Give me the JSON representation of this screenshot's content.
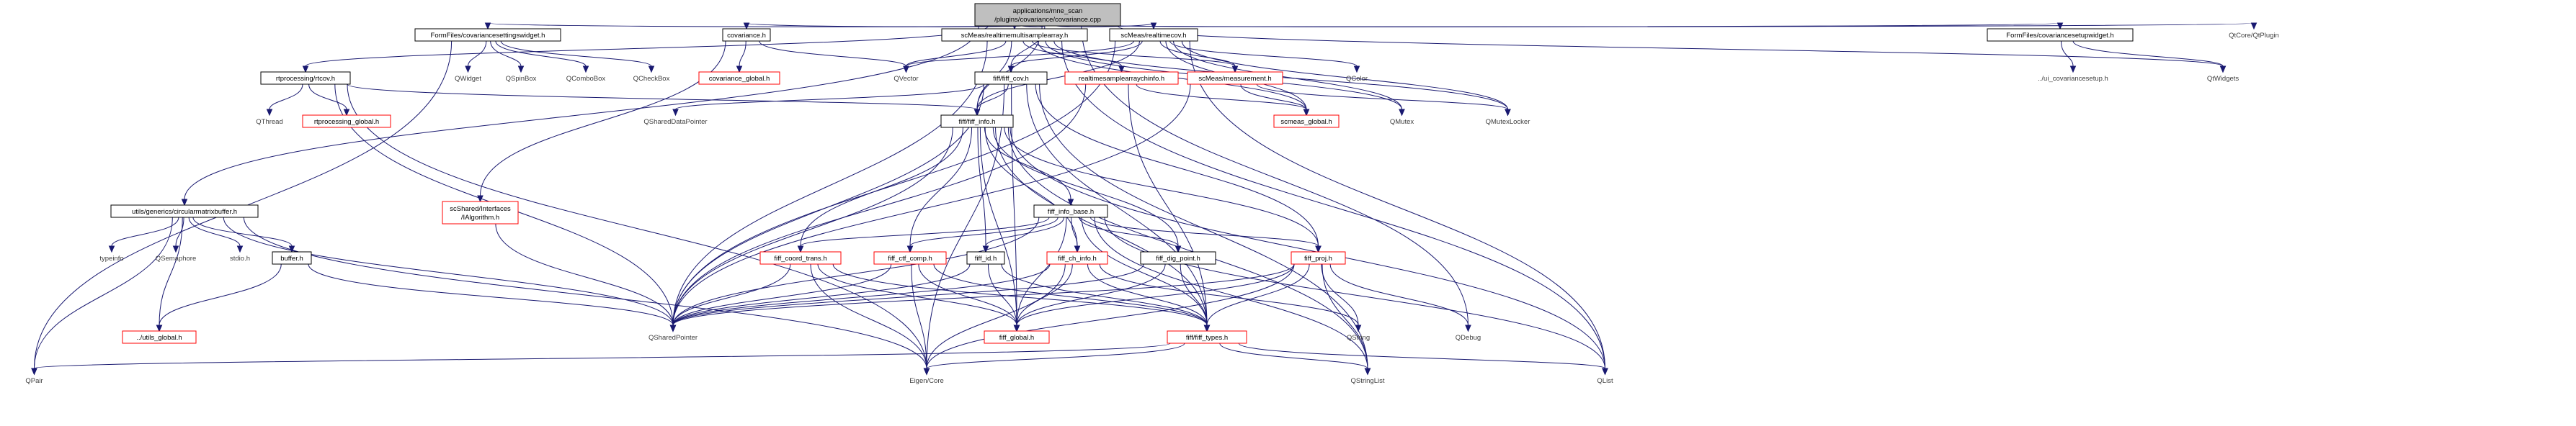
{
  "diagram": {
    "colors": {
      "root_fill": "#bfbfbf",
      "root_stroke": "#000000",
      "local_fill": "#ffffff",
      "local_stroke": "#000000",
      "missing_fill": "#ffffff",
      "missing_stroke": "#ff0000",
      "external_text": "#404040",
      "edge": "#191970"
    },
    "nodes": [
      {
        "id": "root",
        "kind": "root",
        "lines": [
          "applications/mne_scan",
          "/plugins/covariance/covariance.cpp"
        ]
      },
      {
        "id": "formcov",
        "kind": "local",
        "lines": [
          "FormFiles/covariancesettingswidget.h"
        ]
      },
      {
        "id": "covh",
        "kind": "local",
        "lines": [
          "covariance.h"
        ]
      },
      {
        "id": "multisample",
        "kind": "local",
        "lines": [
          "scMeas/realtimemultisamplearray.h"
        ]
      },
      {
        "id": "rtcov",
        "kind": "local",
        "lines": [
          "scMeas/realtimecov.h"
        ]
      },
      {
        "id": "formsetup",
        "kind": "local",
        "lines": [
          "FormFiles/covariancesetupwidget.h"
        ]
      },
      {
        "id": "qtplugin",
        "kind": "external",
        "lines": [
          "QtCore/QtPlugin"
        ]
      },
      {
        "id": "rtproc",
        "kind": "local",
        "lines": [
          "rtprocessing/rtcov.h"
        ]
      },
      {
        "id": "qwidget",
        "kind": "external",
        "lines": [
          "QWidget"
        ]
      },
      {
        "id": "qspinbox",
        "kind": "external",
        "lines": [
          "QSpinBox"
        ]
      },
      {
        "id": "qcombobox",
        "kind": "external",
        "lines": [
          "QComboBox"
        ]
      },
      {
        "id": "qcheckbox",
        "kind": "external",
        "lines": [
          "QCheckBox"
        ]
      },
      {
        "id": "covglobal",
        "kind": "missing",
        "lines": [
          "covariance_global.h"
        ]
      },
      {
        "id": "qvector",
        "kind": "external",
        "lines": [
          "QVector"
        ]
      },
      {
        "id": "fiffcov",
        "kind": "local",
        "lines": [
          "fiff/fiff_cov.h"
        ]
      },
      {
        "id": "rtsaci",
        "kind": "missing",
        "lines": [
          "realtimesamplearraychinfo.h"
        ]
      },
      {
        "id": "measurement",
        "kind": "missing",
        "lines": [
          "scMeas/measurement.h"
        ]
      },
      {
        "id": "qcolor",
        "kind": "external",
        "lines": [
          "QColor"
        ]
      },
      {
        "id": "uisetup",
        "kind": "external",
        "lines": [
          "../ui_covariancesetup.h"
        ]
      },
      {
        "id": "qtwidgets",
        "kind": "external",
        "lines": [
          "QtWidgets"
        ]
      },
      {
        "id": "qthread",
        "kind": "external",
        "lines": [
          "QThread"
        ]
      },
      {
        "id": "rtprocglobal",
        "kind": "missing",
        "lines": [
          "rtprocessing_global.h"
        ]
      },
      {
        "id": "qshareddatapointer",
        "kind": "external",
        "lines": [
          "QSharedDataPointer"
        ]
      },
      {
        "id": "fiffinfo",
        "kind": "local",
        "lines": [
          "fiff/fiff_info.h"
        ]
      },
      {
        "id": "scmeasglobal",
        "kind": "missing",
        "lines": [
          "scmeas_global.h"
        ]
      },
      {
        "id": "qmutex",
        "kind": "external",
        "lines": [
          "QMutex"
        ]
      },
      {
        "id": "qmutexlocker",
        "kind": "external",
        "lines": [
          "QMutexLocker"
        ]
      },
      {
        "id": "circbuf",
        "kind": "local",
        "lines": [
          "utils/generics/circularmatrixbuffer.h"
        ]
      },
      {
        "id": "ialgorithm",
        "kind": "missing",
        "lines": [
          "scShared/Interfaces",
          "/IAlgorithm.h"
        ]
      },
      {
        "id": "fiffinfobase",
        "kind": "local",
        "lines": [
          "fiff_info_base.h"
        ]
      },
      {
        "id": "typeinfo",
        "kind": "external",
        "lines": [
          "typeinfo"
        ]
      },
      {
        "id": "qsemaphore",
        "kind": "external",
        "lines": [
          "QSemaphore"
        ]
      },
      {
        "id": "stdio",
        "kind": "external",
        "lines": [
          "stdio.h"
        ]
      },
      {
        "id": "bufferh",
        "kind": "local",
        "lines": [
          "buffer.h"
        ]
      },
      {
        "id": "coordtrans",
        "kind": "missing",
        "lines": [
          "fiff_coord_trans.h"
        ]
      },
      {
        "id": "ctfcomp",
        "kind": "missing",
        "lines": [
          "fiff_ctf_comp.h"
        ]
      },
      {
        "id": "fiffid",
        "kind": "local",
        "lines": [
          "fiff_id.h"
        ]
      },
      {
        "id": "chinfo",
        "kind": "missing",
        "lines": [
          "fiff_ch_info.h"
        ]
      },
      {
        "id": "digpoint",
        "kind": "local",
        "lines": [
          "fiff_dig_point.h"
        ]
      },
      {
        "id": "fiffproj",
        "kind": "missing",
        "lines": [
          "fiff_proj.h"
        ]
      },
      {
        "id": "utilsglobal",
        "kind": "missing",
        "lines": [
          "../utils_global.h"
        ]
      },
      {
        "id": "qsharedpointer",
        "kind": "external",
        "lines": [
          "QSharedPointer"
        ]
      },
      {
        "id": "fiffglobal",
        "kind": "missing",
        "lines": [
          "fiff_global.h"
        ]
      },
      {
        "id": "fifftypes",
        "kind": "missing",
        "lines": [
          "fiff/fiff_types.h"
        ]
      },
      {
        "id": "qstring",
        "kind": "external",
        "lines": [
          "QString"
        ]
      },
      {
        "id": "qdebug",
        "kind": "external",
        "lines": [
          "QDebug"
        ]
      },
      {
        "id": "qpair",
        "kind": "external",
        "lines": [
          "QPair"
        ]
      },
      {
        "id": "eigencore",
        "kind": "external",
        "lines": [
          "Eigen/Core"
        ]
      },
      {
        "id": "qstringlist",
        "kind": "external",
        "lines": [
          "QStringList"
        ]
      },
      {
        "id": "qlist",
        "kind": "external",
        "lines": [
          "QList"
        ]
      }
    ],
    "edges": [
      [
        "root",
        "formcov"
      ],
      [
        "root",
        "covh"
      ],
      [
        "root",
        "multisample"
      ],
      [
        "root",
        "rtcov"
      ],
      [
        "root",
        "formsetup"
      ],
      [
        "root",
        "qtplugin"
      ],
      [
        "root",
        "qtwidgets"
      ],
      [
        "root",
        "rtproc"
      ],
      [
        "root",
        "circbuf"
      ],
      [
        "root",
        "fiffcov"
      ],
      [
        "root",
        "fiffinfo"
      ],
      [
        "root",
        "qdebug"
      ],
      [
        "formcov",
        "qwidget"
      ],
      [
        "formcov",
        "qspinbox"
      ],
      [
        "formcov",
        "qcombobox"
      ],
      [
        "formcov",
        "qcheckbox"
      ],
      [
        "formcov",
        "qpair"
      ],
      [
        "covh",
        "covglobal"
      ],
      [
        "covh",
        "qvector"
      ],
      [
        "covh",
        "ialgorithm"
      ],
      [
        "multisample",
        "qvector"
      ],
      [
        "multisample",
        "fiffinfo"
      ],
      [
        "multisample",
        "rtsaci"
      ],
      [
        "multisample",
        "measurement"
      ],
      [
        "multisample",
        "scmeasglobal"
      ],
      [
        "multisample",
        "qmutex"
      ],
      [
        "multisample",
        "qmutexlocker"
      ],
      [
        "multisample",
        "qlist"
      ],
      [
        "multisample",
        "qsharedpointer"
      ],
      [
        "rtcov",
        "fiffcov"
      ],
      [
        "rtcov",
        "fiffinfo"
      ],
      [
        "rtcov",
        "measurement"
      ],
      [
        "rtcov",
        "scmeasglobal"
      ],
      [
        "rtcov",
        "qcolor"
      ],
      [
        "rtcov",
        "qmutex"
      ],
      [
        "rtcov",
        "qmutexlocker"
      ],
      [
        "rtcov",
        "qvector"
      ],
      [
        "rtcov",
        "qlist"
      ],
      [
        "rtcov",
        "qsharedpointer"
      ],
      [
        "formsetup",
        "uisetup"
      ],
      [
        "formsetup",
        "qtwidgets"
      ],
      [
        "rtproc",
        "qthread"
      ],
      [
        "rtproc",
        "rtprocglobal"
      ],
      [
        "rtproc",
        "fiffinfo"
      ],
      [
        "rtproc",
        "qsharedpointer"
      ],
      [
        "rtproc",
        "eigencore"
      ],
      [
        "fiffcov",
        "fiffinfo"
      ],
      [
        "fiffcov",
        "fiffproj"
      ],
      [
        "fiffcov",
        "fifftypes"
      ],
      [
        "fiffcov",
        "qshareddatapointer"
      ],
      [
        "fiffcov",
        "qsharedpointer"
      ],
      [
        "fiffcov",
        "qstringlist"
      ],
      [
        "fiffcov",
        "eigencore"
      ],
      [
        "fiffcov",
        "fiffglobal"
      ],
      [
        "rtsaci",
        "scmeasglobal"
      ],
      [
        "rtsaci",
        "fifftypes"
      ],
      [
        "rtsaci",
        "qsharedpointer"
      ],
      [
        "measurement",
        "scmeasglobal"
      ],
      [
        "measurement",
        "qsharedpointer"
      ],
      [
        "measurement",
        "qmutexlocker"
      ],
      [
        "fiffinfo",
        "fiffinfobase"
      ],
      [
        "fiffinfo",
        "coordtrans"
      ],
      [
        "fiffinfo",
        "ctfcomp"
      ],
      [
        "fiffinfo",
        "fiffid"
      ],
      [
        "fiffinfo",
        "chinfo"
      ],
      [
        "fiffinfo",
        "digpoint"
      ],
      [
        "fiffinfo",
        "fiffproj"
      ],
      [
        "fiffinfo",
        "fifftypes"
      ],
      [
        "fiffinfo",
        "fiffglobal"
      ],
      [
        "fiffinfo",
        "qsharedpointer"
      ],
      [
        "fiffinfo",
        "qlist"
      ],
      [
        "fiffinfo",
        "qstringlist"
      ],
      [
        "circbuf",
        "typeinfo"
      ],
      [
        "circbuf",
        "qsemaphore"
      ],
      [
        "circbuf",
        "stdio"
      ],
      [
        "circbuf",
        "bufferh"
      ],
      [
        "circbuf",
        "utilsglobal"
      ],
      [
        "circbuf",
        "qpair"
      ],
      [
        "circbuf",
        "qsharedpointer"
      ],
      [
        "circbuf",
        "eigencore"
      ],
      [
        "ialgorithm",
        "qsharedpointer"
      ],
      [
        "fiffinfobase",
        "coordtrans"
      ],
      [
        "fiffinfobase",
        "ctfcomp"
      ],
      [
        "fiffinfobase",
        "fiffid"
      ],
      [
        "fiffinfobase",
        "chinfo"
      ],
      [
        "fiffinfobase",
        "digpoint"
      ],
      [
        "fiffinfobase",
        "fiffproj"
      ],
      [
        "fiffinfobase",
        "fifftypes"
      ],
      [
        "fiffinfobase",
        "fiffglobal"
      ],
      [
        "fiffinfobase",
        "qsharedpointer"
      ],
      [
        "fiffinfobase",
        "qstringlist"
      ],
      [
        "fiffinfobase",
        "qlist"
      ],
      [
        "bufferh",
        "utilsglobal"
      ],
      [
        "bufferh",
        "qsharedpointer"
      ],
      [
        "coordtrans",
        "fifftypes"
      ],
      [
        "coordtrans",
        "fiffglobal"
      ],
      [
        "coordtrans",
        "qsharedpointer"
      ],
      [
        "coordtrans",
        "eigencore"
      ],
      [
        "ctfcomp",
        "fifftypes"
      ],
      [
        "ctfcomp",
        "fiffglobal"
      ],
      [
        "ctfcomp",
        "qsharedpointer"
      ],
      [
        "ctfcomp",
        "eigencore"
      ],
      [
        "fiffid",
        "fifftypes"
      ],
      [
        "fiffid",
        "fiffglobal"
      ],
      [
        "fiffid",
        "qsharedpointer"
      ],
      [
        "chinfo",
        "fifftypes"
      ],
      [
        "chinfo",
        "fiffglobal"
      ],
      [
        "chinfo",
        "qsharedpointer"
      ],
      [
        "chinfo",
        "eigencore"
      ],
      [
        "chinfo",
        "qstring"
      ],
      [
        "digpoint",
        "fifftypes"
      ],
      [
        "digpoint",
        "fiffglobal"
      ],
      [
        "digpoint",
        "qsharedpointer"
      ],
      [
        "fiffproj",
        "fifftypes"
      ],
      [
        "fiffproj",
        "fiffglobal"
      ],
      [
        "fiffproj",
        "qsharedpointer"
      ],
      [
        "fiffproj",
        "qstring"
      ],
      [
        "fiffproj",
        "qstringlist"
      ],
      [
        "fiffproj",
        "eigencore"
      ],
      [
        "fiffproj",
        "qdebug"
      ],
      [
        "fifftypes",
        "eigencore"
      ],
      [
        "fifftypes",
        "qpair"
      ],
      [
        "fifftypes",
        "qstringlist"
      ],
      [
        "fifftypes",
        "qlist"
      ]
    ]
  }
}
